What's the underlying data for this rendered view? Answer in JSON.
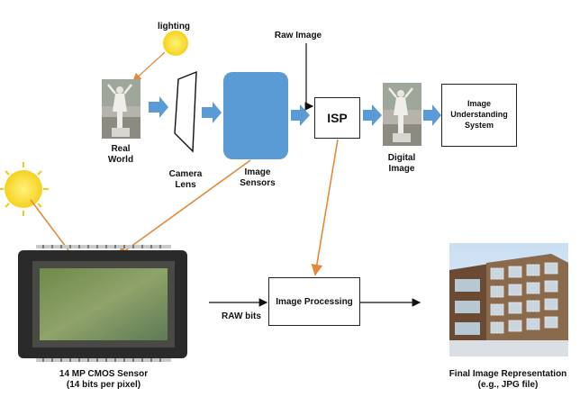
{
  "labels": {
    "lighting": "lighting",
    "raw_image": "Raw Image",
    "real_world": "Real\nWorld",
    "camera_lens": "Camera\nLens",
    "image_sensors": "Image\nSensors",
    "isp": "ISP",
    "digital_image": "Digital\nImage",
    "image_understanding_system": "Image\nUnderstanding\nSystem",
    "image_processing": "Image Processing",
    "raw_bits": "RAW bits",
    "cmos_sensor_line1": "14 MP CMOS Sensor",
    "cmos_sensor_line2": "(14 bits per pixel)",
    "final_repr_line1": "Final Image Representation",
    "final_repr_line2": "(e.g., JPG file)"
  },
  "colors": {
    "sun": "#f7e24a",
    "sensor_blue": "#5b9bd5",
    "flow_arrow": "#5b9bd5",
    "link_orange": "#e38a3a",
    "chip_body": "#2a2a2a",
    "chip_die": "#7a8f5a"
  },
  "icons": {
    "sun_small": "sun-icon",
    "sun_large": "sun-icon",
    "statue_photo": "statue-photo",
    "building_photo": "building-photo"
  }
}
